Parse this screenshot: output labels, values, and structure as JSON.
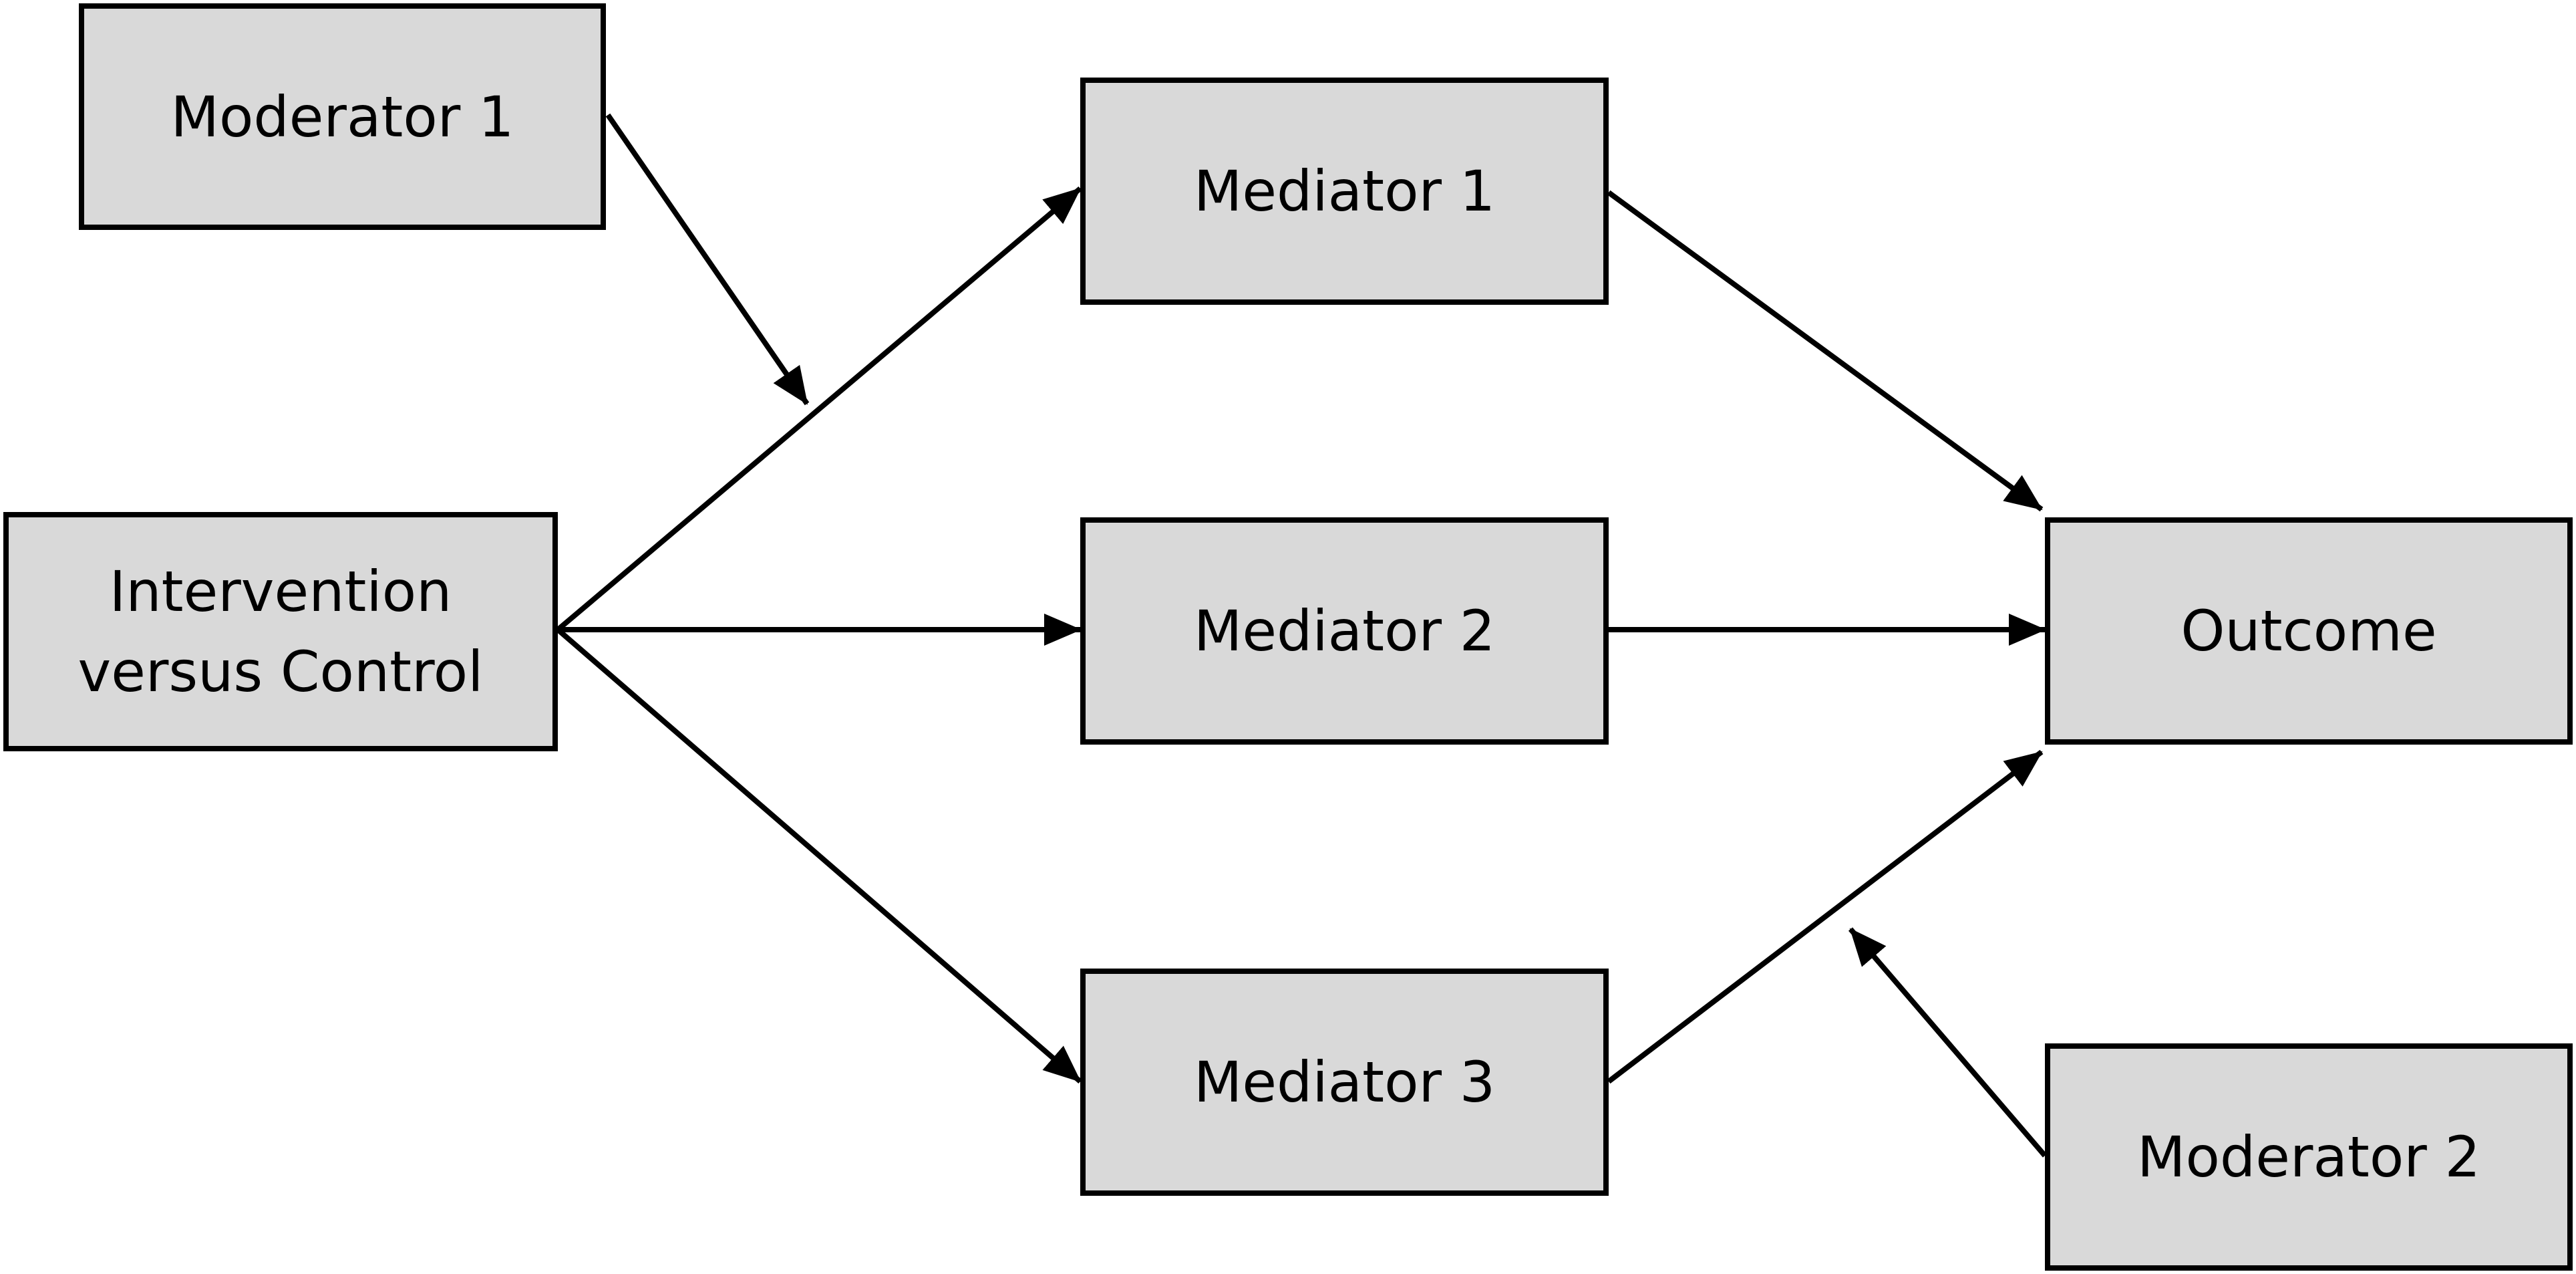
{
  "diagram": {
    "nodes": {
      "moderator_1": "Moderator 1",
      "mediator_1": "Mediator 1",
      "intervention": "Intervention\nversus Control",
      "mediator_2": "Mediator 2",
      "outcome": "Outcome",
      "mediator_3": "Mediator 3",
      "moderator_2": "Moderator 2"
    },
    "colors": {
      "box_fill": "#d9d9d9",
      "stroke": "#000000"
    },
    "edges": [
      {
        "from": "Intervention versus Control",
        "to": "Mediator 1"
      },
      {
        "from": "Intervention versus Control",
        "to": "Mediator 2"
      },
      {
        "from": "Intervention versus Control",
        "to": "Mediator 3"
      },
      {
        "from": "Mediator 1",
        "to": "Outcome"
      },
      {
        "from": "Mediator 2",
        "to": "Outcome"
      },
      {
        "from": "Mediator 3",
        "to": "Outcome"
      },
      {
        "from": "Moderator 1",
        "to": "Intervention versus Control → Mediator 1"
      },
      {
        "from": "Moderator 2",
        "to": "Mediator 3 → Outcome"
      }
    ]
  }
}
